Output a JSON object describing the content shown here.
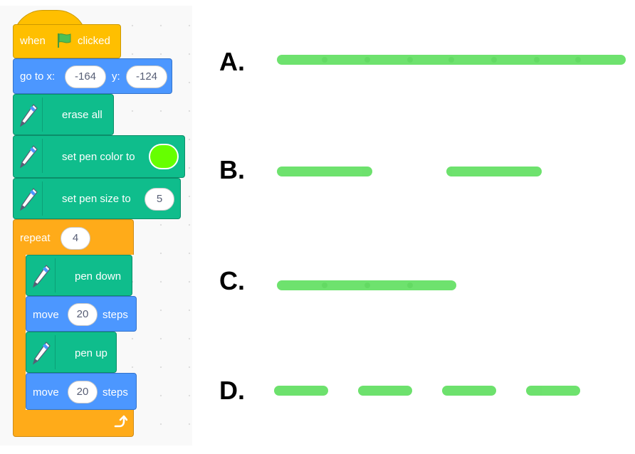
{
  "script": {
    "hat": {
      "when_label": "when",
      "clicked_label": "clicked",
      "flag_icon": "green-flag-icon",
      "flag_color": "#4cbf56"
    },
    "goto": {
      "label_x": "go to x:",
      "x_value": "-164",
      "label_y": "y:",
      "y_value": "-124"
    },
    "erase": {
      "label": "erase all",
      "icon": "pen-icon"
    },
    "set_color": {
      "label": "set pen color to",
      "color": "#66ff00"
    },
    "set_size": {
      "label": "set pen size to",
      "value": "5"
    },
    "repeat": {
      "label": "repeat",
      "count": "4",
      "loop_icon": "loop-arrow-icon"
    },
    "pen_down": {
      "label": "pen down"
    },
    "move1": {
      "label": "move",
      "steps_value": "20",
      "steps_label": "steps"
    },
    "pen_up": {
      "label": "pen up"
    },
    "move2": {
      "label": "move",
      "steps_value": "20",
      "steps_label": "steps"
    }
  },
  "colors": {
    "motion": "#4c97ff",
    "pen": "#0fbd8c",
    "control": "#ffab19",
    "events": "#ffbf00",
    "drawn_line": "#66e066"
  },
  "options": [
    {
      "letter": "A."
    },
    {
      "letter": "B."
    },
    {
      "letter": "C."
    },
    {
      "letter": "D."
    }
  ]
}
